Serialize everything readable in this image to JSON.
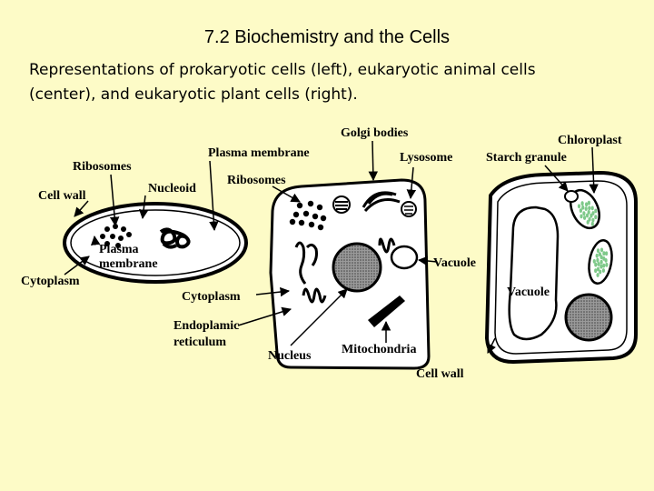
{
  "page": {
    "title": "7.2 Biochemistry and the Cells",
    "subtitle_line1": "Representations of prokaryotic cells (left), eukaryotic animal cells",
    "subtitle_line2": "(center), and eukaryotic plant cells (right)."
  },
  "labels": {
    "ribosomes_left": "Ribosomes",
    "cell_wall_left": "Cell wall",
    "nucleoid": "Nucleoid",
    "plasma_membrane_left_1": "Plasma",
    "plasma_membrane_left_2": "membrane",
    "cytoplasm_left": "Cytoplasm",
    "plasma_membrane_center": "Plasma membrane",
    "ribosomes_center": "Ribosomes",
    "golgi_bodies": "Golgi bodies",
    "lysosome": "Lysosome",
    "vacuole_center": "Vacuole",
    "cytoplasm_center": "Cytoplasm",
    "endoplasmic_1": "Endoplamic",
    "endoplasmic_2": "reticulum",
    "nucleus": "Nucleus",
    "mitochondria": "Mitochondria",
    "chloroplast": "Chloroplast",
    "starch_granule": "Starch granule",
    "vacuole_right": "Vacuole",
    "cell_wall_right": "Cell wall"
  },
  "colors": {
    "background": "#fdfbc7",
    "nucleus_fill": "#8a8a8a",
    "chloroplast_dots": "#7fc98a"
  }
}
